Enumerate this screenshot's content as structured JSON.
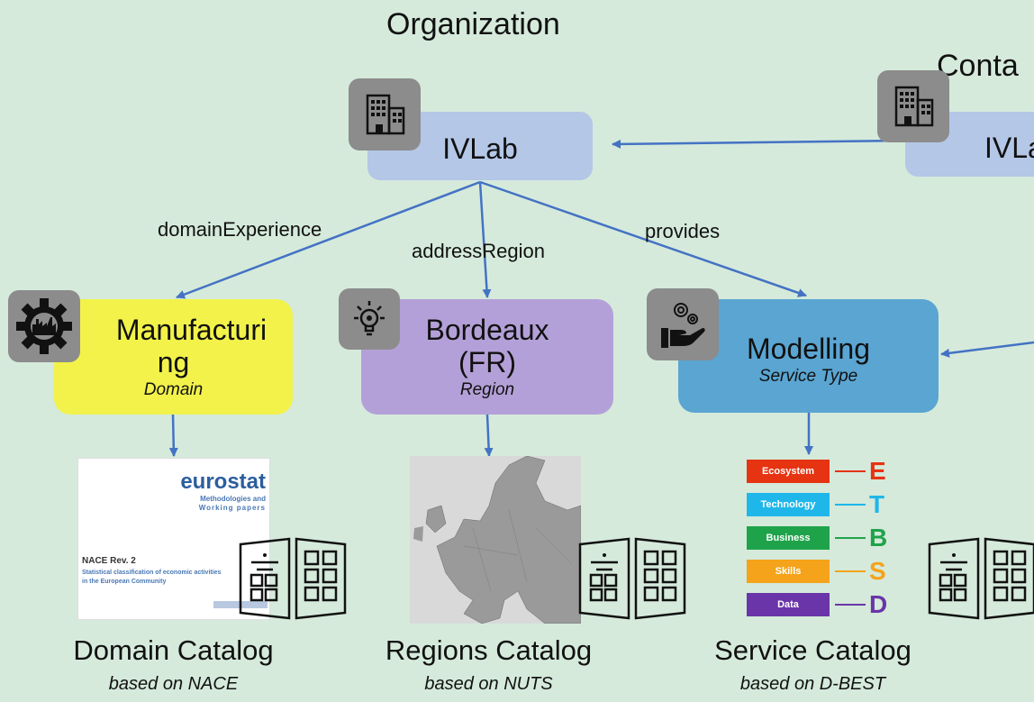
{
  "headings": {
    "organization": "Organization",
    "contact": "Conta"
  },
  "nodes": {
    "ivlab": {
      "title": "IVLab"
    },
    "ivlab_right": {
      "title": "IVLa"
    },
    "manufacturing": {
      "title_line1": "Manufacturi",
      "title_line2": "ng",
      "subtitle": "Domain"
    },
    "bordeaux": {
      "title_line1": "Bordeaux",
      "title_line2": "(FR)",
      "subtitle": "Region"
    },
    "modelling": {
      "title": "Modelling",
      "subtitle": "Service Type"
    }
  },
  "edges": {
    "domain_experience": "domainExperience",
    "address_region": "addressRegion",
    "provides": "provides"
  },
  "eurostat_doc": {
    "brand": "eurostat",
    "tagline_line1": "Methodologies and",
    "tagline_line2": "Working papers",
    "title": "NACE Rev. 2",
    "desc_line1": "Statistical classification of economic activities",
    "desc_line2": "in the European Community"
  },
  "dbest": [
    {
      "label": "Ecosystem",
      "letter": "E",
      "color": "#e63312"
    },
    {
      "label": "Technology",
      "letter": "T",
      "color": "#1fb7ea"
    },
    {
      "label": "Business",
      "letter": "B",
      "color": "#1fa34a"
    },
    {
      "label": "Skills",
      "letter": "S",
      "color": "#f5a31a"
    },
    {
      "label": "Data",
      "letter": "D",
      "color": "#6a35a8"
    }
  ],
  "catalogs": {
    "domain": {
      "title": "Domain Catalog",
      "subtitle": "based on NACE"
    },
    "regions": {
      "title": "Regions Catalog",
      "subtitle": "based on NUTS"
    },
    "service": {
      "title": "Service Catalog",
      "subtitle": "based on D-BEST"
    }
  },
  "colors": {
    "background": "#d5eadb",
    "ivlab": "#b4c7e7",
    "manufacturing": "#f2f24b",
    "bordeaux": "#b4a0d8",
    "modelling": "#5aa5d2",
    "arrow": "#4472c4",
    "icon_box": "#8c8c8c"
  },
  "icons": [
    "building-icon",
    "gear-factory-icon",
    "lightbulb-icon",
    "gear-hand-icon",
    "catalog-icon",
    "europe-map"
  ]
}
